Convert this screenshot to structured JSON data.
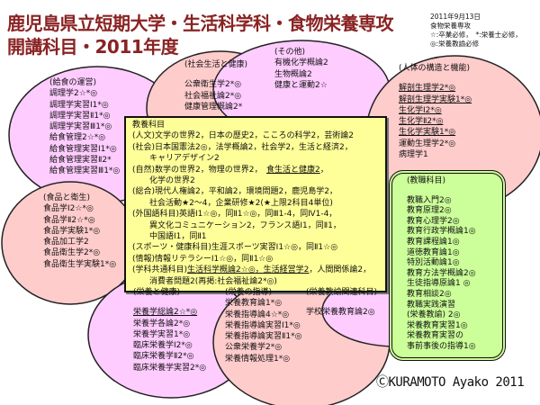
{
  "title": {
    "line1": "鹿児島県立短期大学・生活科学科・食物栄養専攻",
    "line2": "開講科目・2011年度"
  },
  "note": {
    "date": "2011年9月13日",
    "dept": "食物栄養専攻",
    "legend1": "☆:卒業必修，　*:栄養士必修，",
    "legend2": "◎:栄養教諭必修"
  },
  "colors": {
    "pink": "#ffcccc",
    "violet": "#ffccff",
    "yellow": "#ffff99",
    "green": "#ccff99",
    "title": "#8a2323"
  },
  "groups": {
    "kyushoku": {
      "header": "(給食の運営)",
      "items": [
        {
          "text": "調理学2☆*◎"
        },
        {
          "text": "調理学実習Ⅰ1*◎"
        },
        {
          "text": "調理学実習Ⅱ1*◎"
        },
        {
          "text": "調理学実習Ⅲ1*◎"
        },
        {
          "text": "給食管理2☆*◎"
        },
        {
          "text": "給食管理実習Ⅰ1*◎"
        },
        {
          "text": "給食管理実習Ⅱ2*"
        },
        {
          "text": "給食管理実習Ⅲ1*◎"
        }
      ]
    },
    "shakai": {
      "header": "(社会生活と健康)",
      "items": [
        {
          "text": "公衆衛生学2*◎"
        },
        {
          "text": "社会福祉論2*◎"
        },
        {
          "text": "健康管理概論2*"
        }
      ]
    },
    "sonota": {
      "header": "(その他)",
      "items": [
        {
          "text": "有機化学概論2"
        },
        {
          "text": "生物概論2"
        },
        {
          "text": "健康と運動2☆"
        }
      ]
    },
    "jintai": {
      "header": "(人体の構造と機能)",
      "items": [
        {
          "text": "解剖生理学2*◎",
          "underline": true
        },
        {
          "text": "解剖生理学実験1*◎",
          "underline": true
        },
        {
          "text": "生化学Ⅰ2*◎",
          "underline": true
        },
        {
          "text": "生化学Ⅱ2*◎",
          "underline": true
        },
        {
          "text": "生化学実験1*◎",
          "underline": true
        },
        {
          "text": "運動生理学2*◎"
        },
        {
          "text": "病理学1"
        }
      ]
    },
    "shokuhin": {
      "header": "(食品と衛生)",
      "items": [
        {
          "text": "食品学Ⅰ2☆*◎"
        },
        {
          "text": "食品学Ⅱ2☆*◎"
        },
        {
          "text": "食品学実験1*◎"
        },
        {
          "text": "食品加工学2"
        },
        {
          "text": "食品衛生学2*◎"
        },
        {
          "text": "食品衛生学実験1*◎"
        }
      ]
    },
    "eiyo_kenko": {
      "header": "(栄養と健康)",
      "items": [
        {
          "text": "栄養学総論2☆*◎",
          "underline": true
        },
        {
          "text": "栄養学各論2*◎"
        },
        {
          "text": "栄養学実習1*◎"
        },
        {
          "text": "臨床栄養学Ⅰ2*◎"
        },
        {
          "text": "臨床栄養学Ⅱ2*◎"
        },
        {
          "text": "臨床栄養学実習2*◎"
        }
      ]
    },
    "eiyo_shido": {
      "header": "(栄養の指導)",
      "items": [
        {
          "text": "栄養教育論1*◎"
        },
        {
          "text": "栄養指導論4☆*◎"
        },
        {
          "text": "栄養指導論実習Ⅰ1*◎"
        },
        {
          "text": "栄養指導論実習Ⅱ1*◎"
        },
        {
          "text": "公衆栄養学2*◎"
        },
        {
          "text": "栄養情報処理1*◎"
        }
      ]
    },
    "kyoyu_kanren": {
      "header": "(栄養教諭関連科目)",
      "items": [
        {
          "text": "学校栄養教育論2◎"
        }
      ]
    },
    "kyoshoku": {
      "header": "(教職科目)",
      "items": [
        {
          "text": "教職入門2◎"
        },
        {
          "text": "教育原理2◎"
        },
        {
          "text": "教育心理学2◎"
        },
        {
          "text": "教育行政学概論1◎"
        },
        {
          "text": "教育課程論1◎"
        },
        {
          "text": "道徳教育論1◎"
        },
        {
          "text": "特別活動論1◎"
        },
        {
          "text": "教育方法学概論2◎"
        },
        {
          "text": "生徒指導原論1 ◎"
        },
        {
          "text": "教育相談2◎"
        },
        {
          "text": "教職実践演習"
        },
        {
          "text": "(栄養教諭) 2◎"
        },
        {
          "text": "栄養教育実習1◎"
        },
        {
          "text": "栄養教育実習の"
        },
        {
          "text": "事前事後の指導1◎"
        }
      ]
    }
  },
  "kyoyo": {
    "lines": [
      {
        "indent": false,
        "segs": [
          {
            "t": "教養科目"
          }
        ]
      },
      {
        "indent": false,
        "segs": [
          {
            "t": "(人文)文学の世界2，日本の歴史2，こころの科学2，芸術論2"
          }
        ]
      },
      {
        "indent": false,
        "segs": [
          {
            "t": "(社会)日本国憲法2◎，法学概論2，社会学2，生活と経済2，"
          }
        ]
      },
      {
        "indent": true,
        "segs": [
          {
            "t": "キャリアデザイン2"
          }
        ]
      },
      {
        "indent": false,
        "segs": [
          {
            "t": "(自然)数学の世界2，物理の世界2，　"
          },
          {
            "t": "食生活と健康2",
            "u": true
          },
          {
            "t": "，"
          }
        ]
      },
      {
        "indent": true,
        "segs": [
          {
            "t": "化学の世界2"
          }
        ]
      },
      {
        "indent": false,
        "segs": [
          {
            "t": "(総合)現代人権論2，平和論2，環境問題2，鹿児島学2，"
          }
        ]
      },
      {
        "indent": true,
        "segs": [
          {
            "t": "社会活動★2～4，企業研修★2(★上限2科目4単位)"
          }
        ]
      },
      {
        "indent": false,
        "segs": [
          {
            "t": "(外国語科目)英語Ⅰ1☆◎，同Ⅱ1☆◎，同Ⅲ1-4，同Ⅳ1-4，"
          }
        ]
      },
      {
        "indent": true,
        "segs": [
          {
            "t": "異文化コミュニケーション2，フランス語Ⅰ1，同Ⅱ1，"
          }
        ]
      },
      {
        "indent": true,
        "segs": [
          {
            "t": "中国語Ⅰ1，同Ⅱ1"
          }
        ]
      },
      {
        "indent": false,
        "segs": [
          {
            "t": "(スポーツ・健康科目)生涯スポーツ実習Ⅰ1☆◎，同Ⅱ1☆◎"
          }
        ]
      },
      {
        "indent": false,
        "segs": [
          {
            "t": "(情報)情報リテラシーⅠ1☆◎，同Ⅱ1☆◎"
          }
        ]
      },
      {
        "indent": false,
        "segs": [
          {
            "t": "(学科共通科目)"
          },
          {
            "t": "生活科学概論2☆◎，生活経営学2",
            "u": true
          },
          {
            "t": "，人間関係論2，"
          }
        ]
      },
      {
        "indent": true,
        "segs": [
          {
            "t": "消費者問題2(再掲:社会福祉論2*◎)"
          }
        ]
      }
    ]
  },
  "copyright": "ⒸKURAMOTO Ayako 2011"
}
